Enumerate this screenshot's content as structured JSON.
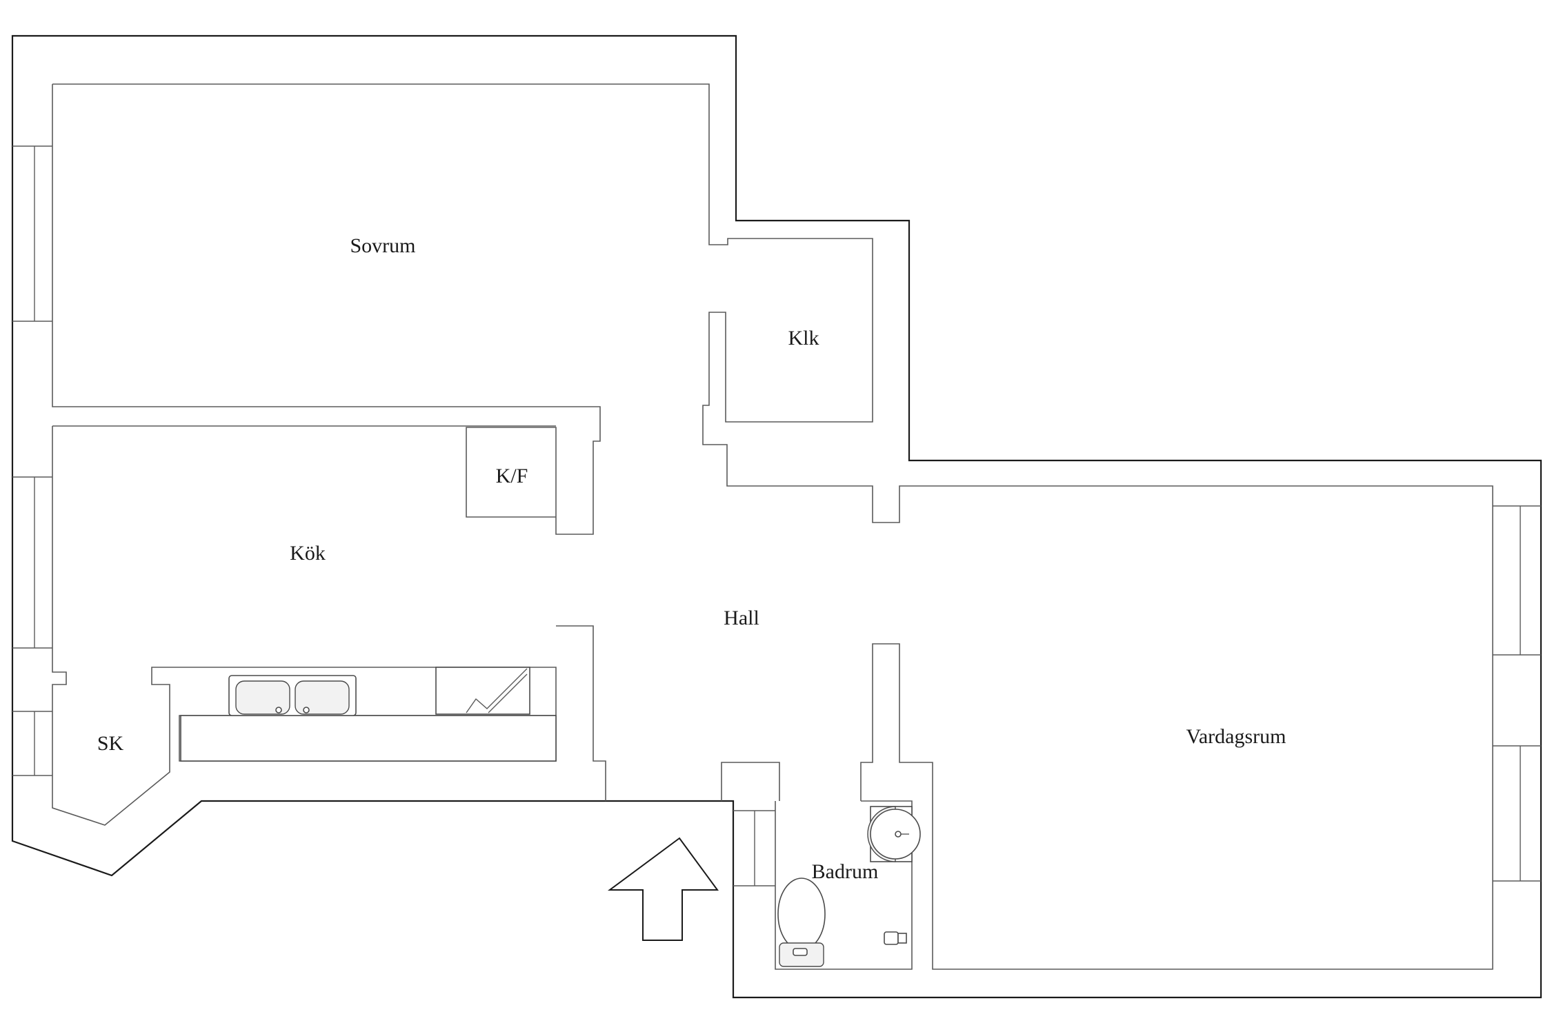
{
  "rooms": {
    "sovrum": "Sovrum",
    "klk": "Klk",
    "kf": "K/F",
    "kok": "Kök",
    "hall": "Hall",
    "sk": "SK",
    "vardagsrum": "Vardagsrum",
    "badrum": "Badrum"
  },
  "fixtures": [
    "double-sink-icon",
    "stove-icon",
    "washbasin-icon",
    "toilet-icon",
    "tap-icon"
  ],
  "entrance": "entrance-arrow-icon"
}
